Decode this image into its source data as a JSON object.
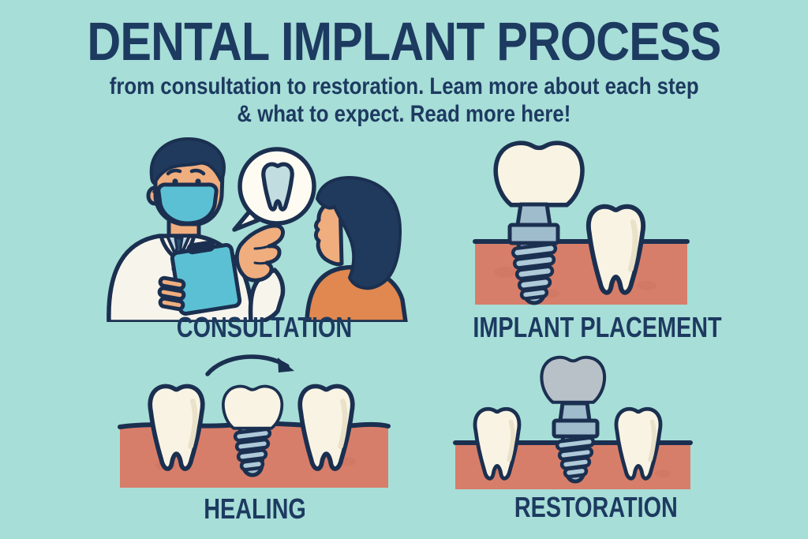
{
  "page": {
    "title": "DENTAL IMPLANT PROCESS",
    "subtitle_line1": "from consultation to restoration. Leam more about each step",
    "subtitle_line2": "& what to expect. Read more here!"
  },
  "steps": [
    {
      "id": "consultation",
      "label": "CONSULTATION"
    },
    {
      "id": "implant-placement",
      "label": "IMPLANT PLACEMENT"
    },
    {
      "id": "healing",
      "label": "HEALING"
    },
    {
      "id": "restoration",
      "label": "RESTORATION"
    }
  ],
  "icons": [
    "speech-bubble",
    "tooth-icon",
    "implant-screw-icon",
    "crown-icon",
    "healing-arrow-icon",
    "natural-tooth-icon",
    "gum-tissue",
    "dentist-figure",
    "patient-figure",
    "clipboard"
  ],
  "colors": {
    "background": "#a7ded8",
    "text_navy": "#1d3a60",
    "outline_navy": "#1b3050",
    "gum_salmon": "#d77e6a",
    "tooth_cream": "#f8f3e3",
    "implant_metal": "#9fbccd",
    "implant_metal_light": "#aec9d8",
    "crown_gray": "#b9c1c8",
    "teal_accent": "#5cc0d4",
    "skin": "#f0ad7e",
    "shirt_orange": "#e0884f",
    "coat_white": "#f7f4ec",
    "bubble_white": "#fdfbf2"
  }
}
